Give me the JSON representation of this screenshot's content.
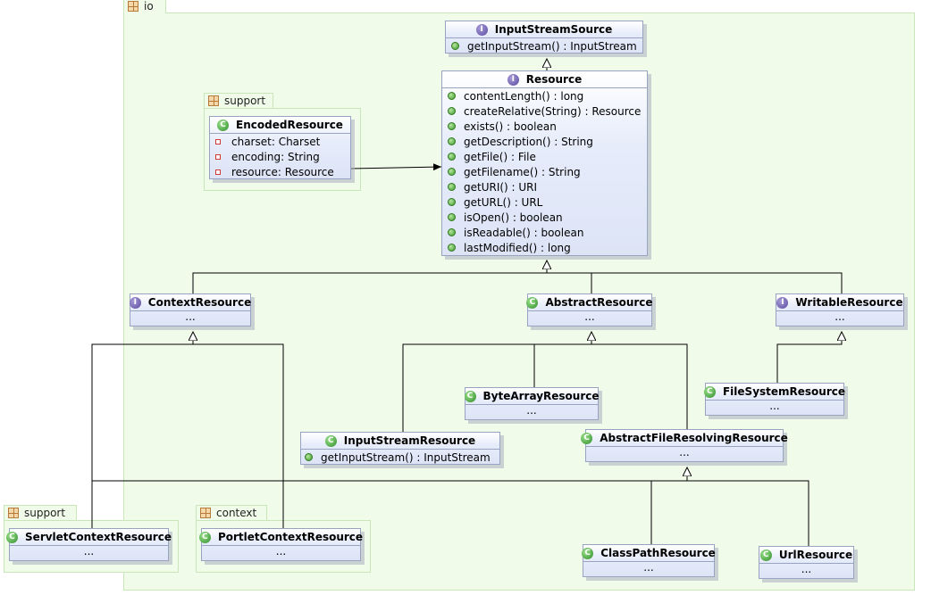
{
  "packages": {
    "io": {
      "name": "io",
      "icon": "package-icon"
    },
    "support_top": {
      "name": "support",
      "icon": "package-icon"
    },
    "support_bottom": {
      "name": "support",
      "icon": "package-icon"
    },
    "context": {
      "name": "context",
      "icon": "package-icon"
    }
  },
  "classes": {
    "input_stream_source": {
      "name": "InputStreamSource",
      "kind": "interface",
      "methods": [
        "getInputStream() : InputStream"
      ]
    },
    "resource": {
      "name": "Resource",
      "kind": "interface",
      "methods": [
        "contentLength() :  long",
        "createRelative(String) : Resource",
        "exists() :  boolean",
        "getDescription() : String",
        "getFile() : File",
        "getFilename() : String",
        "getURI() : URI",
        "getURL() : URL",
        "isOpen() :  boolean",
        "isReadable() :  boolean",
        "lastModified() :  long"
      ]
    },
    "encoded_resource": {
      "name": "EncodedResource",
      "kind": "class",
      "fields": [
        "charset: Charset",
        "encoding: String",
        "resource: Resource"
      ]
    },
    "context_resource": {
      "name": "ContextResource",
      "kind": "interface",
      "body": "..."
    },
    "abstract_resource": {
      "name": "AbstractResource",
      "kind": "class",
      "body": "..."
    },
    "writable_resource": {
      "name": "WritableResource",
      "kind": "interface",
      "body": "..."
    },
    "byte_array_resource": {
      "name": "ByteArrayResource",
      "kind": "class",
      "body": "..."
    },
    "file_system_resource": {
      "name": "FileSystemResource",
      "kind": "class",
      "body": "..."
    },
    "input_stream_resource": {
      "name": "InputStreamResource",
      "kind": "class",
      "methods": [
        "getInputStream() : InputStream"
      ]
    },
    "abstract_file_resolving_resource": {
      "name": "AbstractFileResolvingResource",
      "kind": "class",
      "body": "..."
    },
    "servlet_context_resource": {
      "name": "ServletContextResource",
      "kind": "class",
      "body": "..."
    },
    "portlet_context_resource": {
      "name": "PortletContextResource",
      "kind": "class",
      "body": "..."
    },
    "class_path_resource": {
      "name": "ClassPathResource",
      "kind": "class",
      "body": "..."
    },
    "url_resource": {
      "name": "UrlResource",
      "kind": "class",
      "body": "..."
    }
  },
  "glyphs": {
    "interface": "I",
    "class": "C"
  },
  "colors": {
    "package_fill": "#f1fbea",
    "package_border": "#c9e6b8",
    "box_border": "#98a3c2",
    "interface_icon": "#5a4aa0",
    "class_icon": "#2f8d2a",
    "public_dot": "#3f9a2c",
    "private_square": "#d13b3b"
  }
}
